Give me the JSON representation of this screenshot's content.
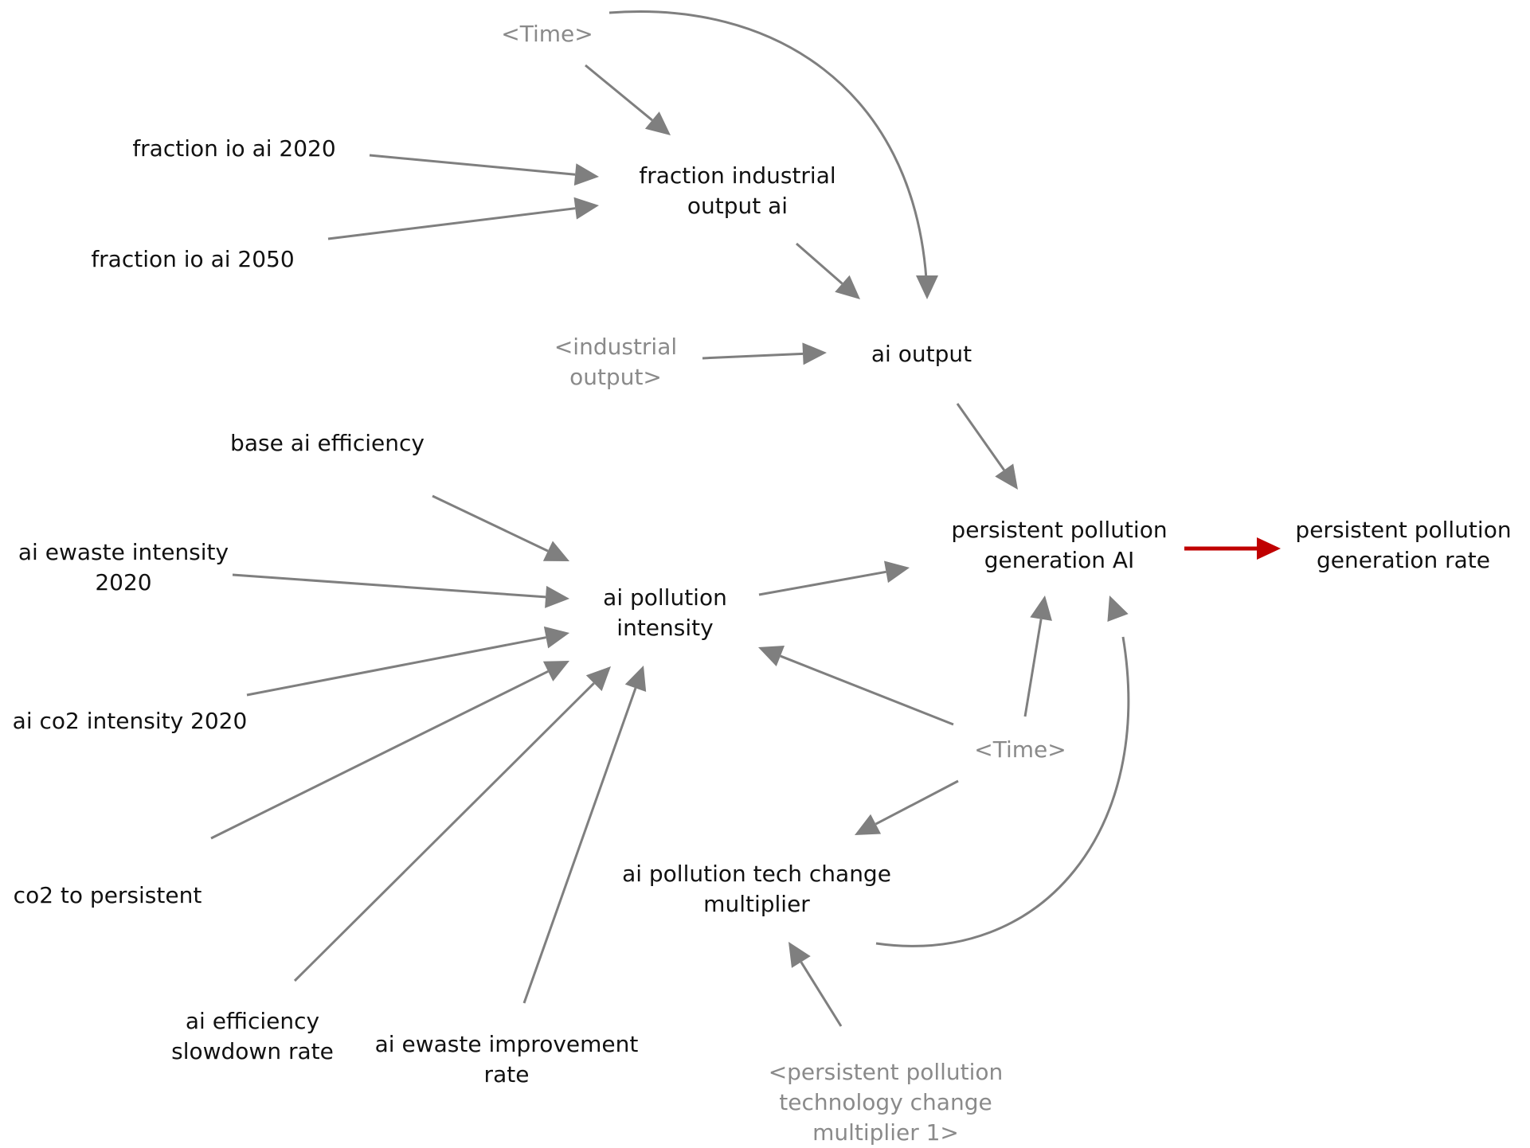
{
  "nodes": {
    "time_top": {
      "label": "<Time>",
      "shadow": true
    },
    "fraction_io_ai_2020": {
      "label": "fraction io ai 2020"
    },
    "fraction_io_ai_2050": {
      "label": "fraction io ai 2050"
    },
    "fraction_industrial_output_ai": {
      "lines": [
        "fraction industrial",
        "output ai"
      ]
    },
    "industrial_output": {
      "lines": [
        "<industrial",
        "output>"
      ],
      "shadow": true
    },
    "ai_output": {
      "label": "ai output"
    },
    "base_ai_efficiency": {
      "label": "base ai efficiency"
    },
    "ai_ewaste_intensity_2020": {
      "lines": [
        "ai ewaste intensity",
        "2020"
      ]
    },
    "ai_co2_intensity_2020": {
      "label": "ai co2 intensity 2020"
    },
    "co2_to_persistent": {
      "label": "co2 to persistent"
    },
    "ai_efficiency_slowdown_rate": {
      "lines": [
        "ai efficiency",
        "slowdown rate"
      ]
    },
    "ai_ewaste_improvement_rate": {
      "lines": [
        "ai ewaste improvement",
        "rate"
      ]
    },
    "ai_pollution_intensity": {
      "lines": [
        "ai pollution",
        "intensity"
      ]
    },
    "persistent_pollution_generation_ai": {
      "lines": [
        "persistent pollution",
        "generation AI"
      ]
    },
    "persistent_pollution_generation_rate": {
      "lines": [
        "persistent pollution",
        "generation rate"
      ]
    },
    "time_bottom": {
      "label": "<Time>",
      "shadow": true
    },
    "ai_pollution_tech_change_multiplier": {
      "lines": [
        "ai pollution tech change",
        "multiplier"
      ]
    },
    "pp_tech_change_multiplier_1": {
      "lines": [
        "<persistent pollution",
        "technology change",
        "multiplier 1>"
      ],
      "shadow": true
    }
  },
  "colors": {
    "arrow": "#7f7f7f",
    "highlight_arrow": "#c00000",
    "text": "#111111",
    "shadow_text": "#8a8a8a"
  }
}
